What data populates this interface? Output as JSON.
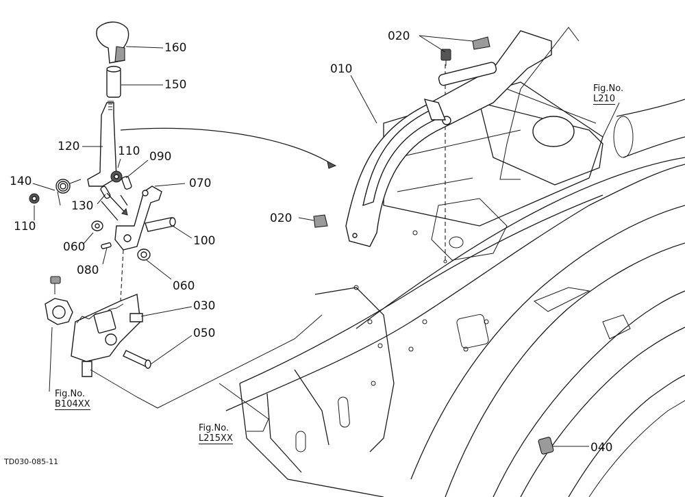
{
  "diagram": {
    "document_id": "TD030-085-11",
    "part_numbers": {
      "p160": "160",
      "p150": "150",
      "p120": "120",
      "p110_upper": "110",
      "p090": "090",
      "p070": "070",
      "p140": "140",
      "p130": "130",
      "p110_lower": "110",
      "p060_left": "060",
      "p100": "100",
      "p080": "080",
      "p060_right": "060",
      "p030": "030",
      "p050": "050",
      "p010": "010",
      "p020_top": "020",
      "p020_left": "020",
      "p040": "040"
    },
    "references": {
      "ref_l210": {
        "caption": "Fig.No.",
        "code": "L210"
      },
      "ref_b104": {
        "caption": "Fig.No.",
        "code": "B104XX"
      },
      "ref_l215": {
        "caption": "Fig.No.",
        "code": "L215XX"
      }
    }
  }
}
